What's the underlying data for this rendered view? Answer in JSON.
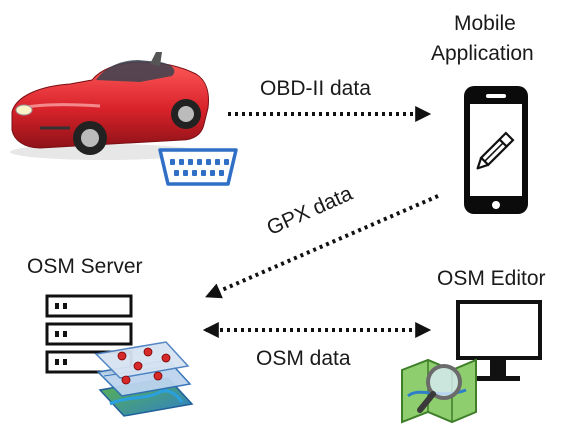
{
  "labels": {
    "mobile_line1": "Mobile",
    "mobile_line2": "Application",
    "osm_server": "OSM Server",
    "osm_editor": "OSM Editor"
  },
  "edges": {
    "obd": "OBD-II data",
    "gpx": "GPX data",
    "osm": "OSM data"
  },
  "icons": [
    "car-icon",
    "obd-connector-icon",
    "smartphone-icon",
    "pencil-icon",
    "server-icon",
    "map-layers-icon",
    "monitor-icon",
    "map-magnifier-icon"
  ],
  "colors": {
    "car_red": "#d8222a",
    "connector_blue": "#2f6fc6",
    "arrow": "#111111",
    "map_green": "#4f9e3a",
    "map_blue": "#2e7fc9"
  }
}
